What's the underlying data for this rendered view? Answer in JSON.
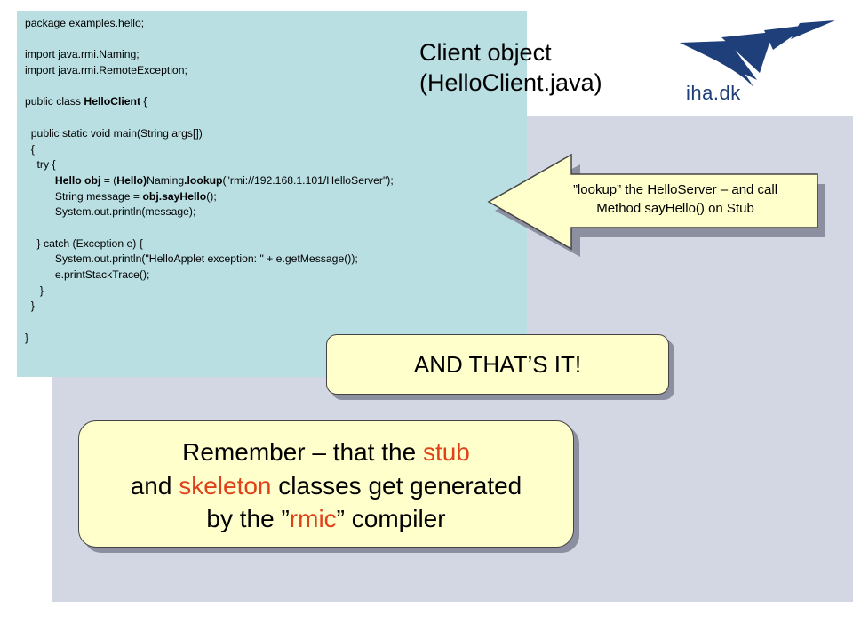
{
  "slide": {
    "title_line1": "Client object",
    "title_line2": "(HelloClient.java)",
    "logo_text": "iha.dk"
  },
  "code": {
    "lines": [
      [
        {
          "t": "package examples.hello;",
          "b": false
        }
      ],
      [
        {
          "t": "",
          "b": false
        }
      ],
      [
        {
          "t": "import java.rmi.Naming;",
          "b": false
        }
      ],
      [
        {
          "t": "import java.rmi.RemoteException;",
          "b": false
        }
      ],
      [
        {
          "t": "",
          "b": false
        }
      ],
      [
        {
          "t": "public class ",
          "b": false
        },
        {
          "t": "HelloClient",
          "b": true
        },
        {
          "t": " {",
          "b": false
        }
      ],
      [
        {
          "t": "",
          "b": false
        }
      ],
      [
        {
          "t": "  public static void main(String args[])",
          "b": false
        }
      ],
      [
        {
          "t": "  {",
          "b": false
        }
      ],
      [
        {
          "t": "    try {",
          "b": false
        }
      ],
      [
        {
          "t": "          ",
          "b": false
        },
        {
          "t": "Hello obj",
          "b": true
        },
        {
          "t": " = (",
          "b": false
        },
        {
          "t": "Hello)",
          "b": true
        },
        {
          "t": "Naming",
          "b": false
        },
        {
          "t": ".lookup",
          "b": true
        },
        {
          "t": "(\"rmi://192.168.1.101/HelloServer\");",
          "b": false
        }
      ],
      [
        {
          "t": "          String message = ",
          "b": false
        },
        {
          "t": "obj.sayHello",
          "b": true
        },
        {
          "t": "();",
          "b": false
        }
      ],
      [
        {
          "t": "          System.out.println(message);",
          "b": false
        }
      ],
      [
        {
          "t": "",
          "b": false
        }
      ],
      [
        {
          "t": "    } catch (Exception e) {",
          "b": false
        }
      ],
      [
        {
          "t": "          System.out.println(\"HelloApplet exception: \" + e.getMessage());",
          "b": false
        }
      ],
      [
        {
          "t": "          e.printStackTrace();",
          "b": false
        }
      ],
      [
        {
          "t": "     }",
          "b": false
        }
      ],
      [
        {
          "t": "  }",
          "b": false
        }
      ],
      [
        {
          "t": "",
          "b": false
        }
      ],
      [
        {
          "t": "}",
          "b": false
        }
      ]
    ]
  },
  "callout": {
    "line1": "”lookup” the HelloServer – and call",
    "line2": "Method sayHello() on Stub"
  },
  "box_that": {
    "text": "AND THAT’S IT!"
  },
  "box_remember": {
    "l1_a": "Remember – that the ",
    "l1_b": "stub",
    "l2_a": "and ",
    "l2_b": "skeleton",
    "l2_c": " classes get generated",
    "l3_a": "by the ”",
    "l3_b": "rmic",
    "l3_c": "” compiler"
  },
  "colors": {
    "code_bg": "#b9dfe3",
    "panel_bg": "#d3d6e3",
    "box_bg": "#ffffcc",
    "accent": "#e0401a",
    "logo_blue": "#1e3f7a"
  },
  "icons": {
    "logo": "iha-logo-wings"
  }
}
